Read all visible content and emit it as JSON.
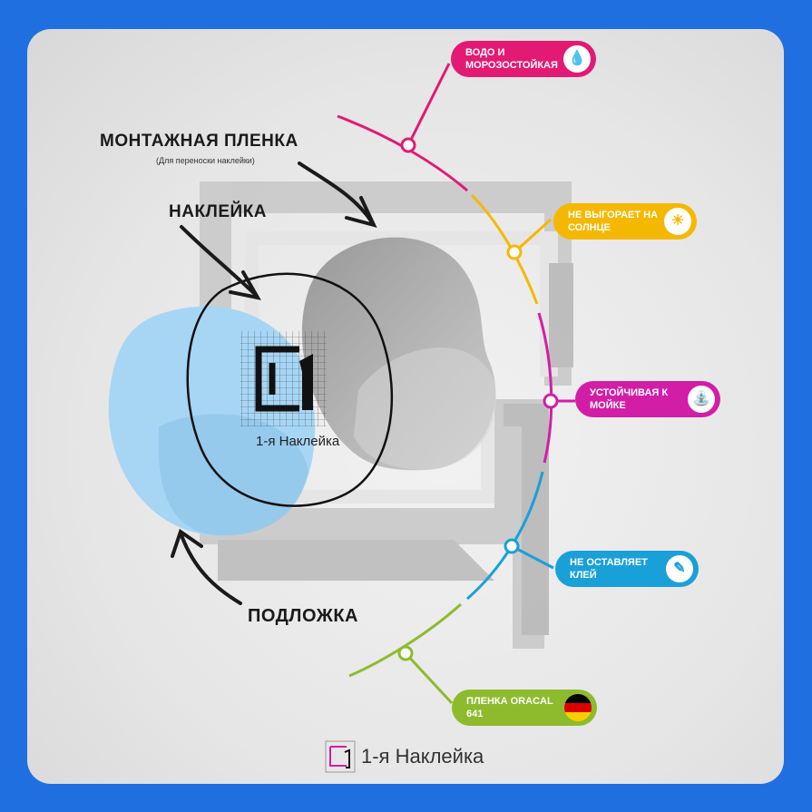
{
  "labels": {
    "mounting_film": "МОНТАЖНАЯ ПЛЕНКА",
    "mounting_film_sub": "(Для переноски наклейки)",
    "sticker": "НАКЛЕЙКА",
    "backing": "ПОДЛОЖКА",
    "inner_brand": "1-я Наклейка"
  },
  "features": [
    {
      "text": "ВОДО И МОРОЗОСТОЙКАЯ",
      "color": "#e21a73",
      "icon": "water-drop-icon"
    },
    {
      "text": "НЕ ВЫГОРАЕТ НА СОЛНЦЕ",
      "color": "#f5b800",
      "icon": "sun-icon"
    },
    {
      "text": "УСТОЙЧИВАЯ К МОЙКЕ",
      "color": "#d21ea6",
      "icon": "washer-icon"
    },
    {
      "text": "НЕ ОСТАВЛЯЕТ КЛЕЙ",
      "color": "#1aa0d8",
      "icon": "glue-tube-icon"
    },
    {
      "text": "ПЛЕНКА ORACAL 641",
      "color": "#8dbb2d",
      "icon": "germany-flag-icon"
    }
  ],
  "brand": {
    "name": "1-я Наклейка"
  },
  "colors": {
    "frame": "#1f6fe0",
    "backing": "#a7d6f5",
    "film": "#9a9a9a"
  }
}
